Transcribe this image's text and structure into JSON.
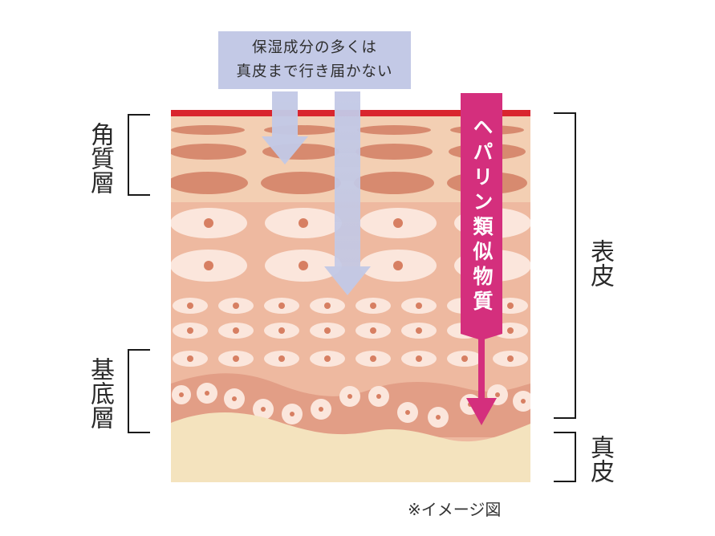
{
  "caption": {
    "line1": "保湿成分の多くは",
    "line2": "真皮まで行き届かない"
  },
  "labels": {
    "stratum_corneum": "角質層",
    "basal_layer": "基底層",
    "epidermis": "表皮",
    "dermis": "真皮"
  },
  "arrow_label": "ヘパリン類似物質",
  "note": "※イメージ図",
  "colors": {
    "skin_surface": "#d9252e",
    "corneum_bg": "#f3cfb3",
    "corneum_cells": "#d78a6f",
    "epidermis_bg": "#eeb9a0",
    "cell_fill": "#fbe6dc",
    "nucleus": "#d77f62",
    "basal_band": "#e29e86",
    "dermis": "#f4e3be",
    "moisture_arrow": "#c3c9e6",
    "heparinoid_arrow": "#d42f7d"
  }
}
